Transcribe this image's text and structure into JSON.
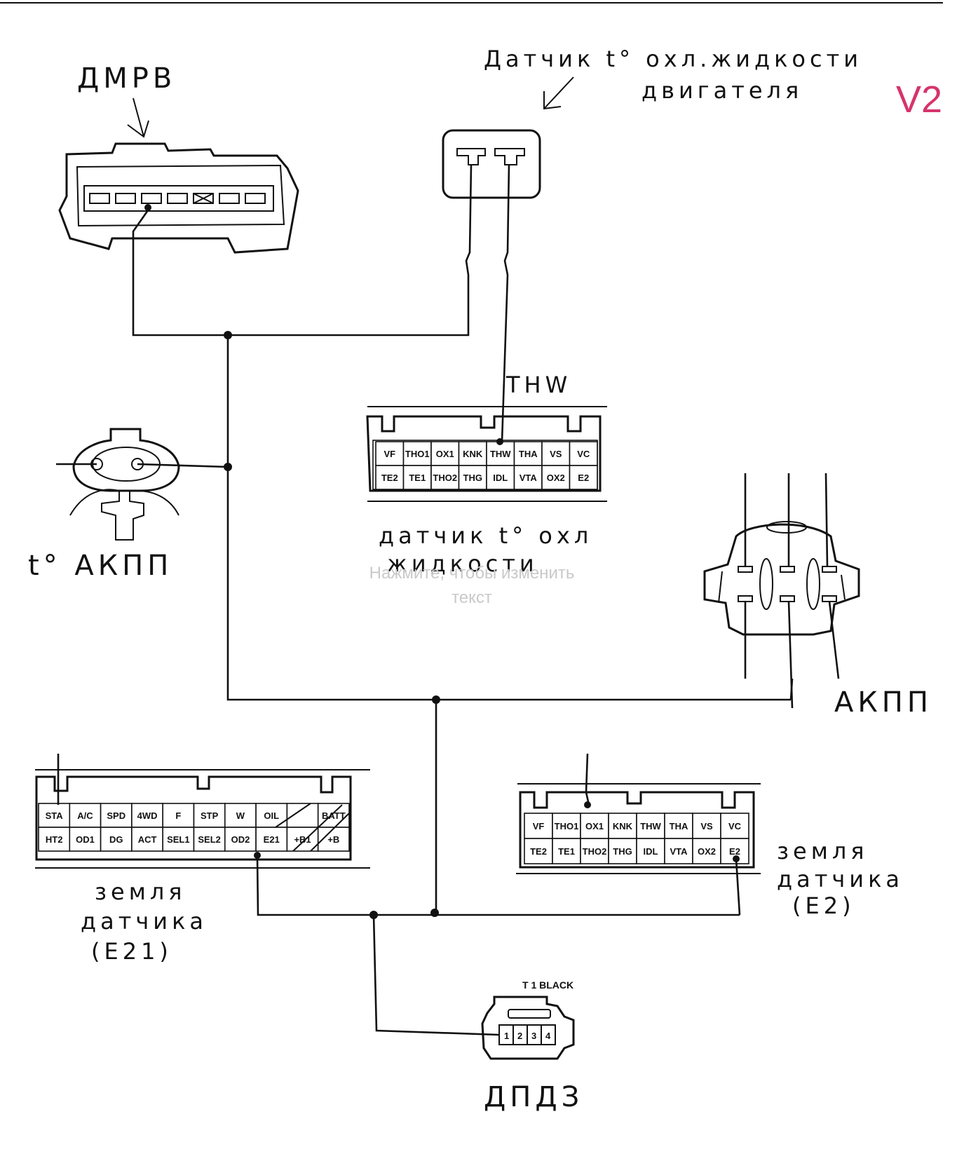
{
  "badge": "V2",
  "overlay": {
    "line1": "Нажмите, чтобы изменить",
    "line2": "текст"
  },
  "labels": {
    "maf": "ДМРВ",
    "coolant_sensor_line1": "Датчик t° охл.жидкости",
    "coolant_sensor_line2": "двигателя",
    "transmission_temp": "t° АКПП",
    "thw": "THW",
    "ecu_coolant_line1": "датчик t° охл",
    "ecu_coolant_line2": "жидкости",
    "transmission": "АКПП",
    "ground_e21_line1": "земля",
    "ground_e21_line2": "датчика",
    "ground_e21_line3": "(E21)",
    "ground_e2_line1": "земля",
    "ground_e2_line2": "датчика",
    "ground_e2_line3": "(E2)",
    "tps_connector_caption": "T 1 BLACK",
    "tps": "ДПДЗ"
  },
  "connector_top": {
    "row1": [
      "VF",
      "THO1",
      "OX1",
      "KNK",
      "THW",
      "THA",
      "VS",
      "VC"
    ],
    "row2": [
      "TE2",
      "TE1",
      "THO2",
      "THG",
      "IDL",
      "VTA",
      "OX2",
      "E2"
    ]
  },
  "connector_right": {
    "row1": [
      "VF",
      "THO1",
      "OX1",
      "KNK",
      "THW",
      "THA",
      "VS",
      "VC"
    ],
    "row2": [
      "TE2",
      "TE1",
      "THO2",
      "THG",
      "IDL",
      "VTA",
      "OX2",
      "E2"
    ]
  },
  "connector_left": {
    "row1": [
      "STA",
      "A/C",
      "SPD",
      "4WD",
      "F",
      "STP",
      "W",
      "OIL",
      "",
      "BATT"
    ],
    "row2": [
      "HT2",
      "OD1",
      "DG",
      "ACT",
      "SEL1",
      "SEL2",
      "OD2",
      "E21",
      "+B1",
      "+B"
    ]
  },
  "tps_pins": [
    "1",
    "2",
    "3",
    "4"
  ]
}
